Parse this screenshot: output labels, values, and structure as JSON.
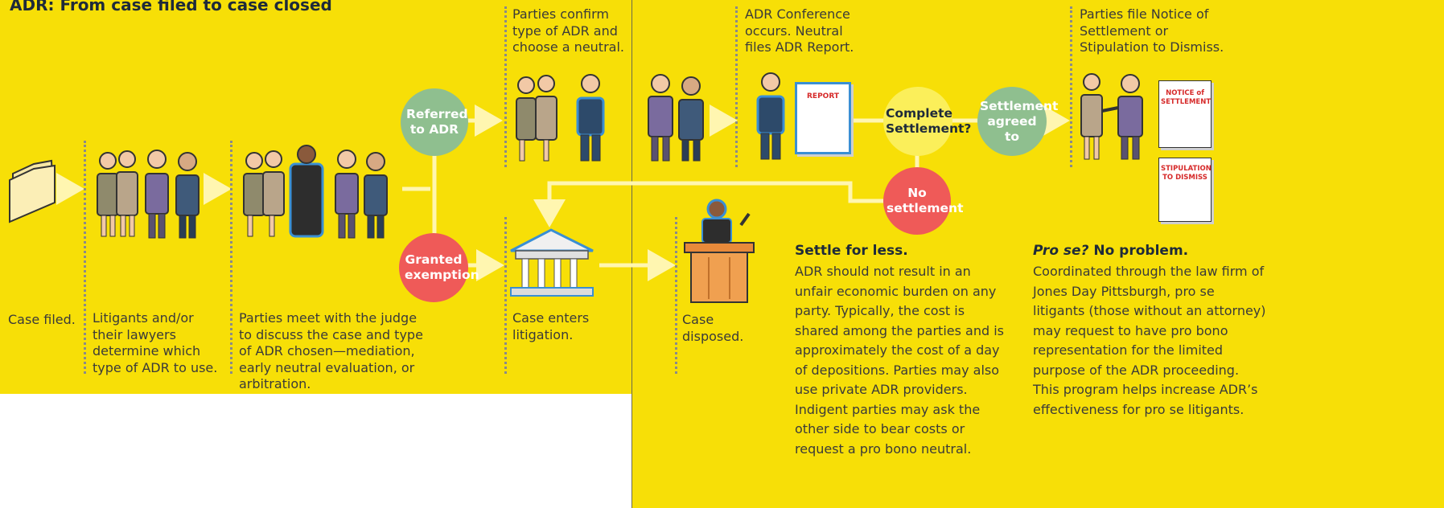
{
  "title": "ADR: From case filed to case closed",
  "colors": {
    "panel": "#f7df07",
    "green_node": "#8fbf8f",
    "red_node": "#ef5a58",
    "yellow_node": "#fbef5a",
    "arrow": "#fff6b0"
  },
  "nodes": {
    "referred": "Referred to ADR",
    "granted": "Granted exemption",
    "complete": "Complete Settlement?",
    "agreed": "Settlement agreed to",
    "no_settlement": "No settlement"
  },
  "captions": {
    "case_filed": "Case filed.",
    "litigants": "Litigants and/or their lawyers determine which type of ADR to use.",
    "judge": "Parties meet with the judge to discuss the case and type of ADR chosen—mediation, early neutral evaluation, or arbitration.",
    "confirm": "Parties confirm type of ADR and choose a neutral.",
    "litigation": "Case enters litigation.",
    "disposed": "Case disposed.",
    "conference": "ADR Conference occurs. Neutral files ADR Report.",
    "notice": "Parties file Notice of Settlement or Stipulation to Dismiss."
  },
  "documents": {
    "report": "REPORT",
    "notice": "NOTICE of SETTLEMENT",
    "stipulation": "STIPULATION TO DISMISS"
  },
  "settle": {
    "heading": "Settle for less.",
    "body": "ADR should not result in an unfair economic burden on any party. Typically, the cost is shared among the parties and is approximately the cost of a day of depositions. Parties may also use private ADR providers. Indigent parties may ask the other side to bear costs or request a pro bono neutral."
  },
  "prose": {
    "heading_italic": "Pro se?",
    "heading_rest": " No problem.",
    "body": "Coordinated through the law firm of Jones Day Pittsburgh, pro se litigants (those without an attorney) may request to have pro bono representation for the limited purpose of the ADR proceeding. This program helps increase ADR’s effectiveness for pro se litigants."
  },
  "icons": [
    "folder-icon",
    "people-icon",
    "judge-icon",
    "courthouse-icon",
    "podium-icon",
    "document-icon",
    "handshake-icon"
  ]
}
